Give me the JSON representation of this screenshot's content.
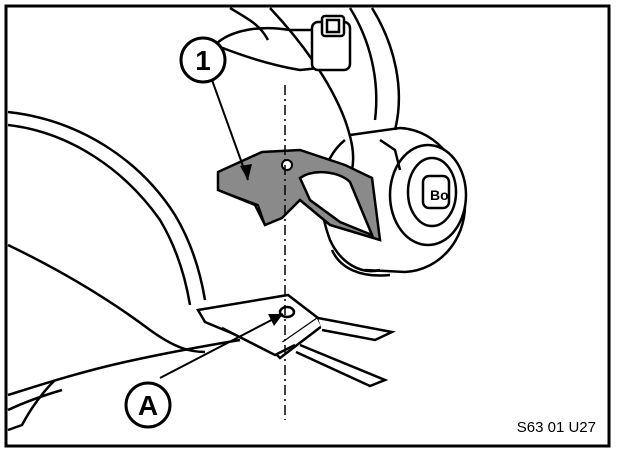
{
  "figure": {
    "callouts": [
      {
        "id": "1",
        "label": "1",
        "refers_to": "bracket"
      },
      {
        "id": "A",
        "label": "A",
        "refers_to": "mounting-hole"
      }
    ],
    "reference_code": "S63 01 U27",
    "colors": {
      "line": "#000000",
      "background": "#ffffff",
      "shaded_part": "#8a8a8a"
    }
  }
}
